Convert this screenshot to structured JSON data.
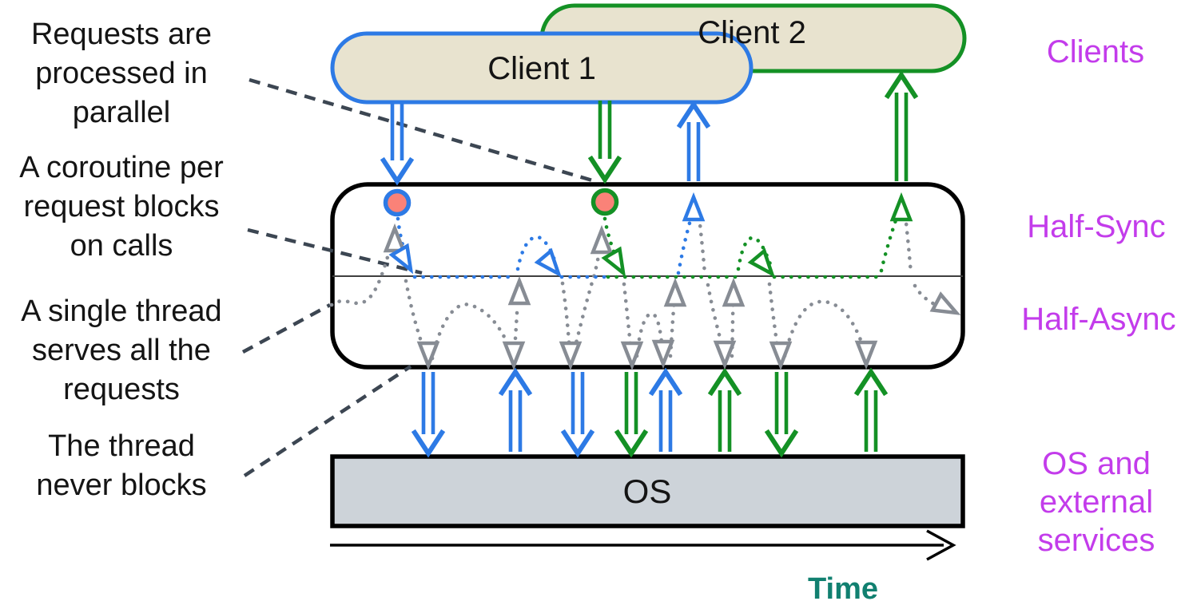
{
  "clients": [
    {
      "label": "Client 1"
    },
    {
      "label": "Client 2"
    }
  ],
  "layers": {
    "os_label": "OS"
  },
  "right_labels": {
    "clients": "Clients",
    "half_sync": "Half-Sync",
    "half_async": "Half-Async",
    "os_line1": "OS and",
    "os_line2": "external",
    "os_line3": "services"
  },
  "time_label": "Time",
  "annotations": [
    {
      "lines": [
        "Requests are",
        "processed in",
        "parallel"
      ]
    },
    {
      "lines": [
        "A coroutine per",
        "request blocks",
        "on calls"
      ]
    },
    {
      "lines": [
        "A single thread",
        "serves all the",
        "requests"
      ]
    },
    {
      "lines": [
        "The thread",
        "never blocks"
      ]
    }
  ],
  "colors": {
    "blue": "#2d7ae5",
    "green": "#149125",
    "gray": "#878c94",
    "dash": "#3c4652",
    "magenta": "#c33ceb",
    "teal": "#118070",
    "tan": "#e8e3cf",
    "red": "#fa8278",
    "osgray": "#cdd3d9"
  }
}
